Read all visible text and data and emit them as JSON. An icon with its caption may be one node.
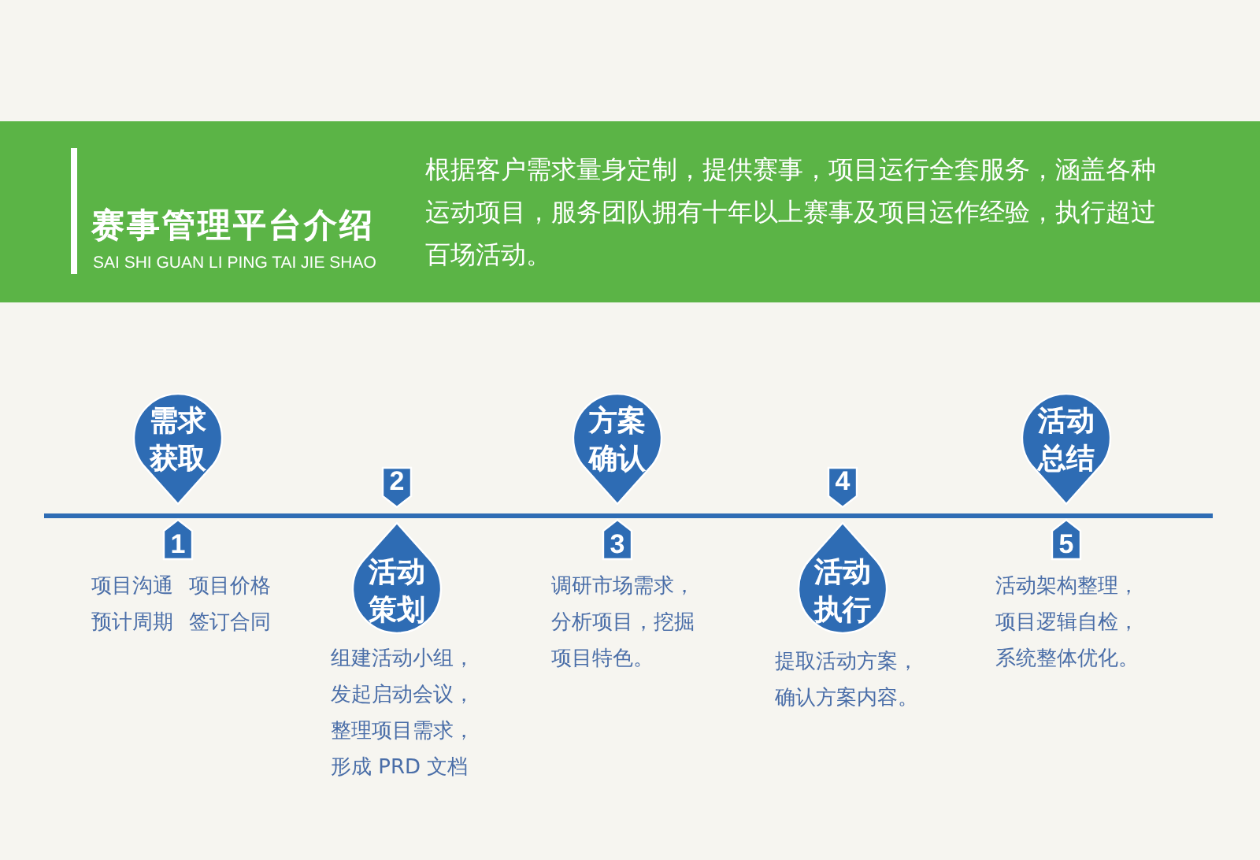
{
  "diagram": {
    "nodes": [
      {
        "text": [
          "赛事管理平台介绍",
          "SAI SHI GUAN LI PING TAI JIE SHAO",
          "根据客户需求量身定制，提供赛事，项目运行全套服务，涵盖各种运动项目，服务团队拥有十年以上赛事及项目运作经验，执行超过百场活动。"
        ]
      },
      {
        "text": [
          "需求获取"
        ]
      },
      {
        "text": [
          "1"
        ],
        "beside": [
          "项目沟通",
          "项目价格",
          "预计周期",
          "签订合同"
        ]
      },
      {
        "text": [
          "2"
        ]
      },
      {
        "text": [
          "活动策划"
        ],
        "beside": [
          "组建活动小组，发起启动会议，整理项目需求，形成 PRD 文档"
        ]
      },
      {
        "text": [
          "方案确认"
        ]
      },
      {
        "text": [
          "3"
        ],
        "beside": [
          "调研市场需求，分析项目，挖掘项目特色。"
        ]
      },
      {
        "text": [
          "4"
        ]
      },
      {
        "text": [
          "活动执行"
        ],
        "beside": [
          "提取活动方案，确认方案内容。"
        ]
      },
      {
        "text": [
          "活动总结"
        ]
      },
      {
        "text": [
          "5"
        ],
        "beside": [
          "活动架构整理，项目逻辑自检，系统整体优化。"
        ]
      }
    ]
  }
}
